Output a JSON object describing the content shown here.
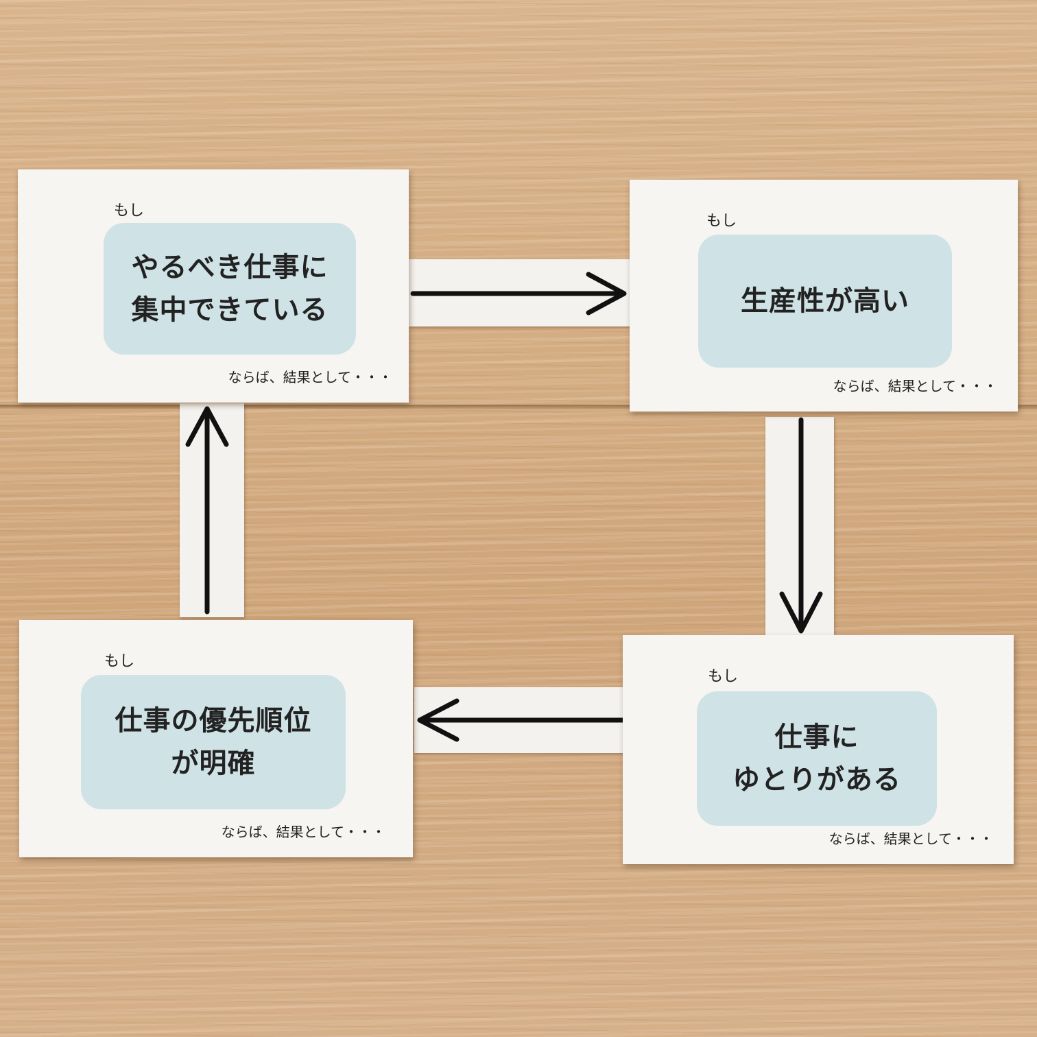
{
  "cards": [
    {
      "if_label": "もし",
      "line1": "やるべき仕事に",
      "line2": "集中できている",
      "then_label": "ならば、結果として・・・"
    },
    {
      "if_label": "もし",
      "line1": "生産性が高い",
      "line2": "",
      "then_label": "ならば、結果として・・・"
    },
    {
      "if_label": "もし",
      "line1": "仕事に",
      "line2": "ゆとりがある",
      "then_label": "ならば、結果として・・・"
    },
    {
      "if_label": "もし",
      "line1": "仕事の優先順位",
      "line2": "が明確",
      "then_label": "ならば、結果として・・・"
    }
  ],
  "arrows": [
    "right",
    "down",
    "left",
    "up"
  ]
}
